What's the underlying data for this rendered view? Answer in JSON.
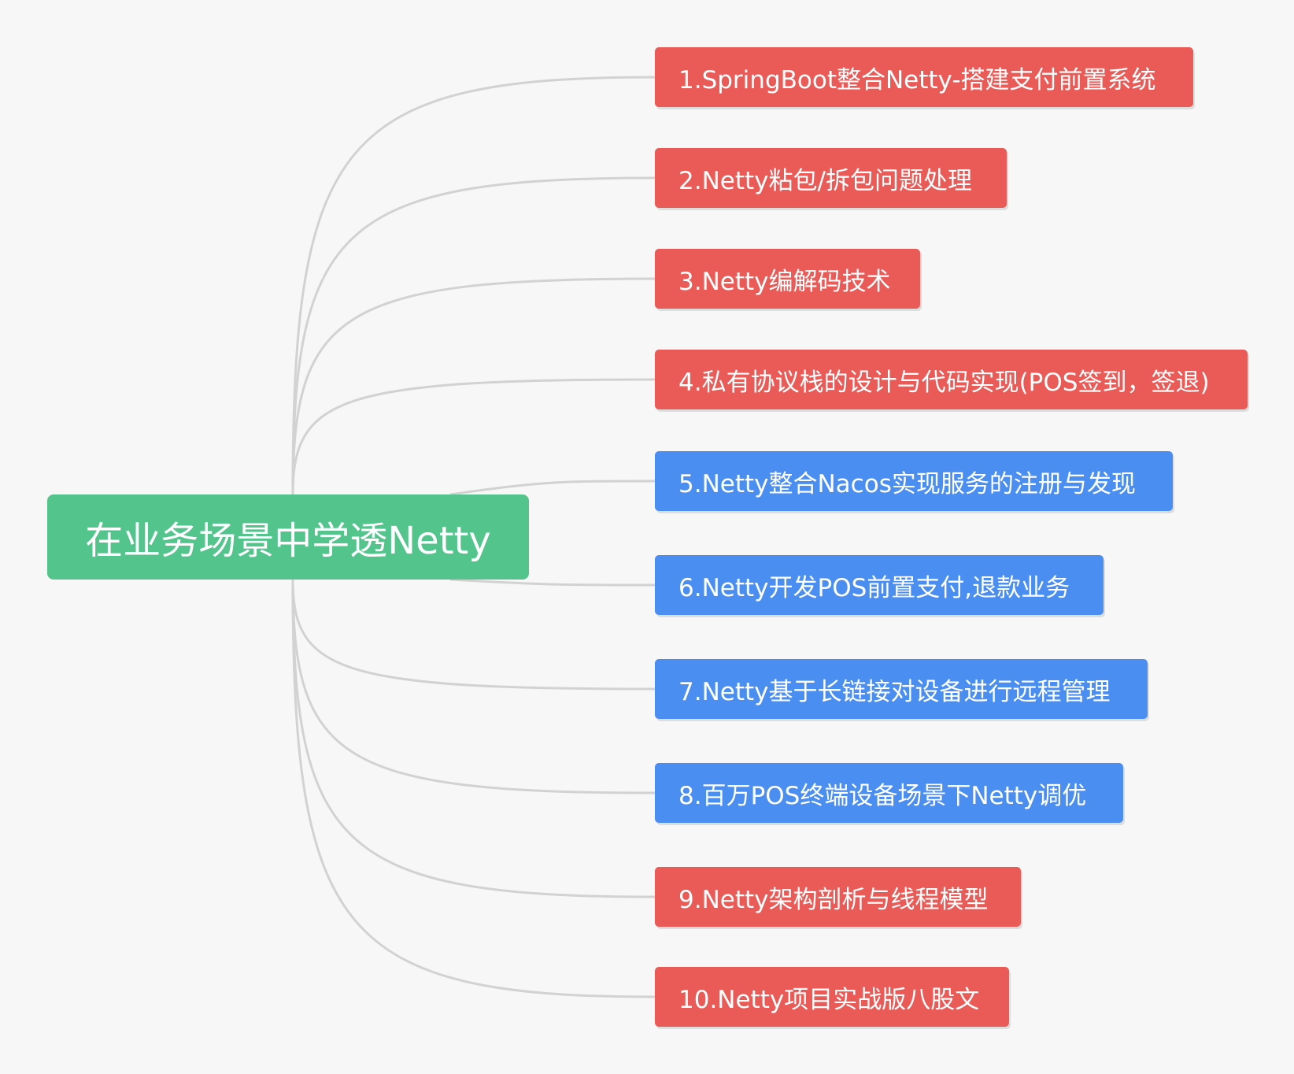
{
  "root": {
    "label": "在业务场景中学透Netty",
    "color": "#52c48c"
  },
  "connector_color": "#d2d2d2",
  "branches": [
    {
      "label": "1.SpringBoot整合Netty-搭建支付前置系统",
      "color": "red"
    },
    {
      "label": "2.Netty粘包/拆包问题处理",
      "color": "red"
    },
    {
      "label": "3.Netty编解码技术",
      "color": "red"
    },
    {
      "label": "4.私有协议栈的设计与代码实现(POS签到，签退)",
      "color": "red"
    },
    {
      "label": "5.Netty整合Nacos实现服务的注册与发现",
      "color": "blue"
    },
    {
      "label": "6.Netty开发POS前置支付,退款业务",
      "color": "blue"
    },
    {
      "label": "7.Netty基于长链接对设备进行远程管理",
      "color": "blue"
    },
    {
      "label": "8.百万POS终端设备场景下Netty调优",
      "color": "blue"
    },
    {
      "label": "9.Netty架构剖析与线程模型",
      "color": "red"
    },
    {
      "label": "10.Netty项目实战版八股文",
      "color": "red"
    }
  ],
  "colors": {
    "red": "#ea5b57",
    "blue": "#4b8ef2",
    "background": "#f7f7f7"
  }
}
